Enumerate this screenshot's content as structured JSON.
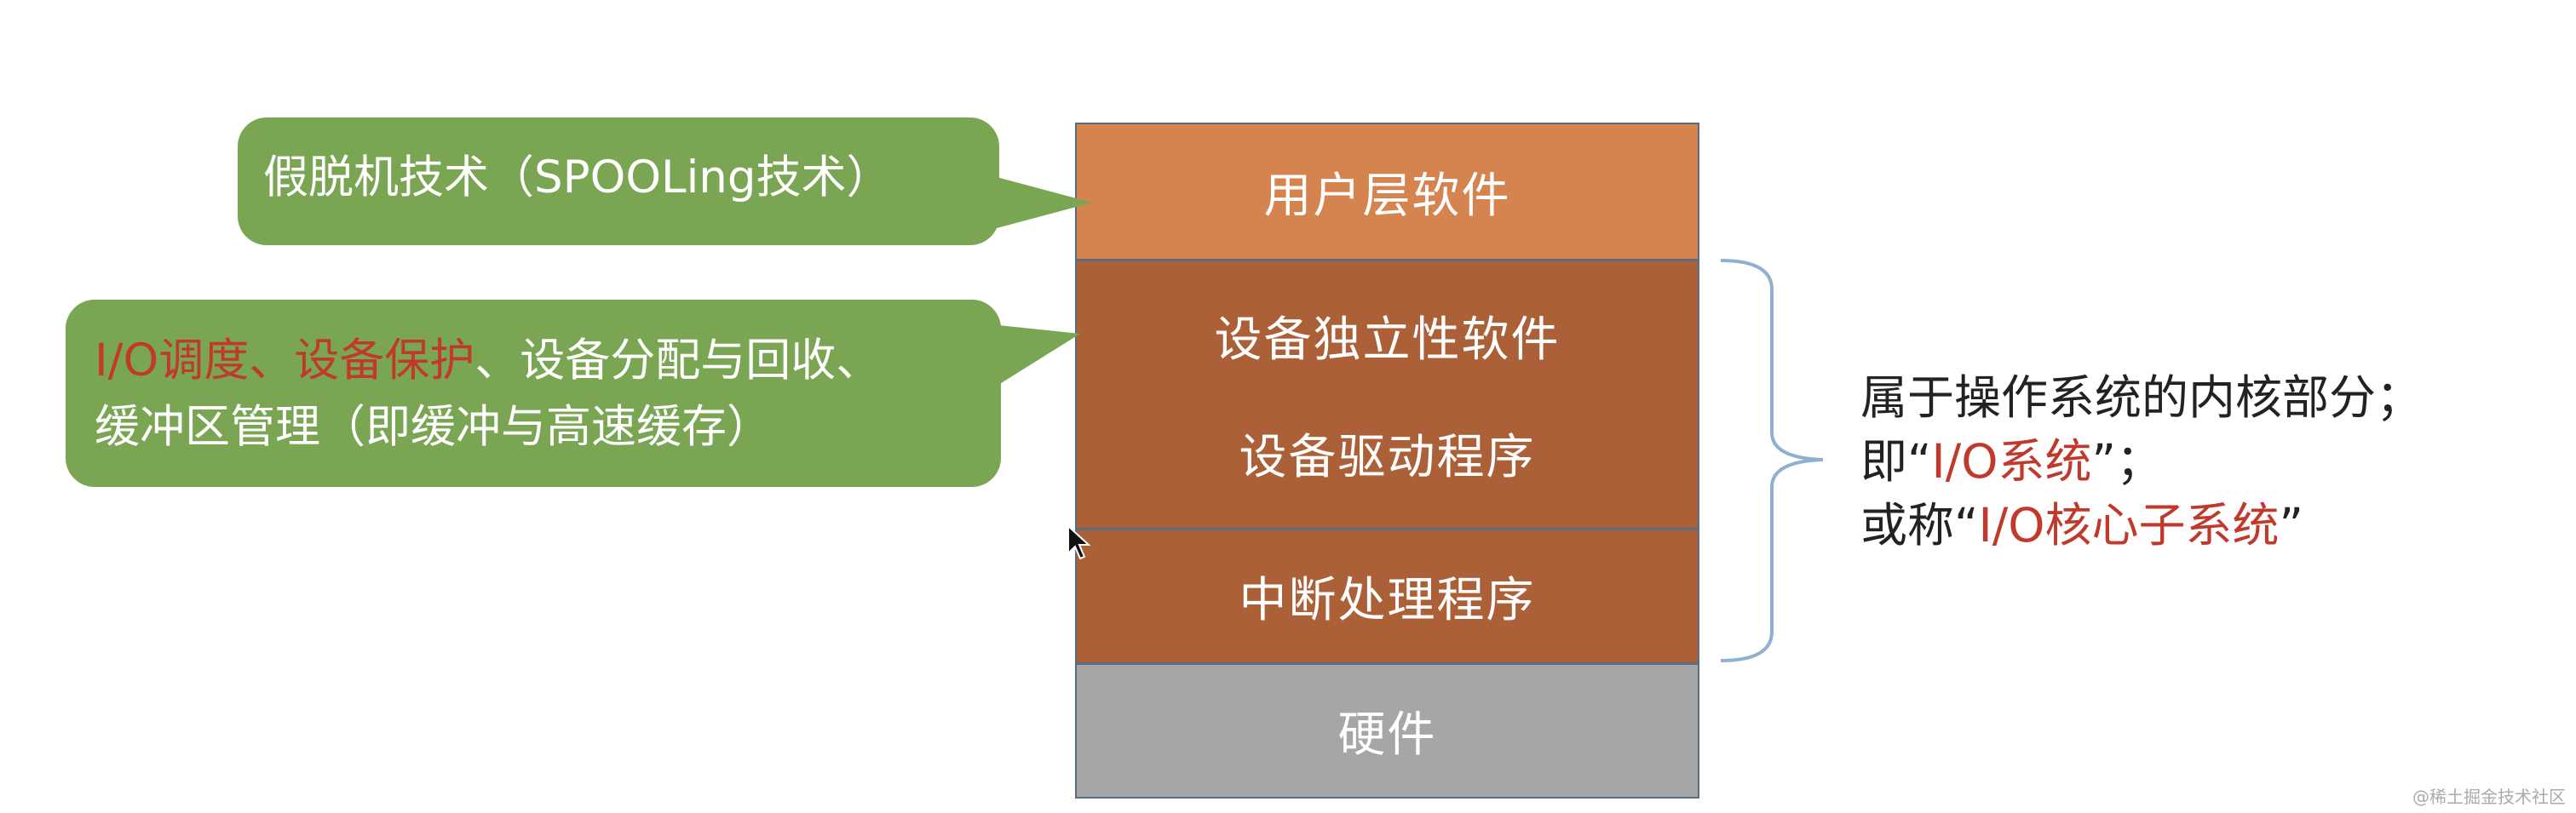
{
  "colors": {
    "user_layer": "#d5844f",
    "device_layer": "#ac6038",
    "hardware_layer": "#a6a6a6",
    "callout": "#7aa553",
    "highlight_red": "#c0392b",
    "brace": "#8fb0d0"
  },
  "stack": {
    "user_software": "用户层软件",
    "device_independent_software": "设备独立性软件",
    "device_driver": "设备驱动程序",
    "interrupt_handler": "中断处理程序",
    "hardware": "硬件"
  },
  "callout1": {
    "text": "假脱机技术（SPOOLing技术）"
  },
  "callout2": {
    "line1_red_a": "I/O调度",
    "sep_a": "、",
    "line1_red_b": "设备保护",
    "line1_rest": "、设备分配与回收、",
    "line2": "缓冲区管理（即缓冲与高速缓存）"
  },
  "note": {
    "line1": "属于操作系统的内核部分；",
    "line2_prefix": "即“",
    "line2_red": "I/O系统",
    "line2_suffix": "”；",
    "line3_prefix": "或称“",
    "line3_red": "I/O核心子系统",
    "line3_suffix": "”"
  },
  "watermark": "@稀土掘金技术社区",
  "icons": {
    "cursor": "mouse-pointer-icon",
    "brace": "right-curly-brace"
  }
}
